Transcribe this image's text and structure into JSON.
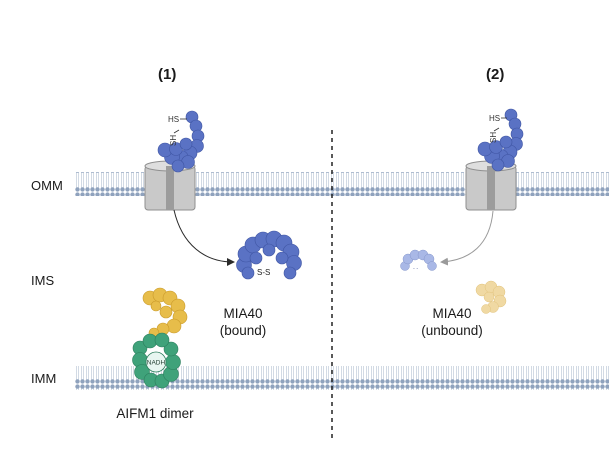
{
  "panels": [
    {
      "label": "(1)",
      "mia40": {
        "line1": "MIA40",
        "line2": "(bound)"
      }
    },
    {
      "label": "(2)",
      "mia40": {
        "line1": "MIA40",
        "line2": "(unbound)"
      }
    }
  ],
  "regions": {
    "omm": "OMM",
    "ims": "IMS",
    "imm": "IMM"
  },
  "aifm1": {
    "label": "AIFM1 dimer",
    "cofactor": "NADH"
  },
  "substrate": {
    "thiol_top": "HS",
    "thiol_side": "SH"
  },
  "disulfide": "S-S",
  "colors": {
    "membrane_head": "#8fa2bd",
    "membrane_tail": "#c7d1de",
    "protein_blue": "#5a72c4",
    "protein_blue_faded": "#a9b8e6",
    "aifm1_green": "#3fa27a",
    "aifm1_yellow": "#e7bd4a",
    "aifm1_yellow_faded": "#f0d9a3",
    "pore_gray": "#b9b9b9"
  },
  "icons": [
    "membrane-icon",
    "tom-pore-icon",
    "substrate-protein-icon",
    "mia40-icon",
    "aifm1-icon",
    "arrow-icon"
  ]
}
